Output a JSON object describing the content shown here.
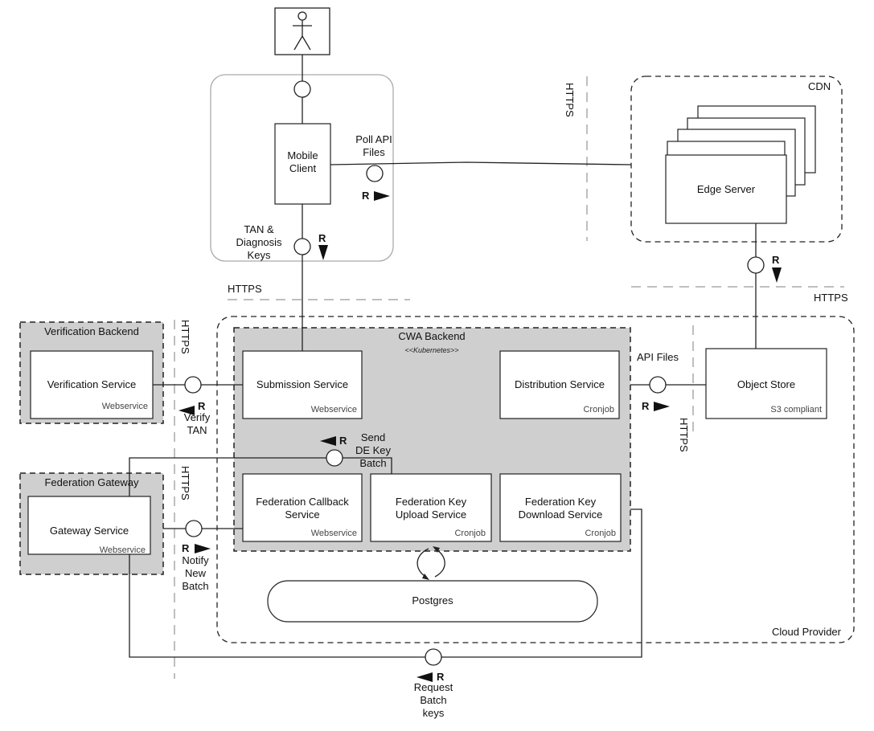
{
  "regions": {
    "cdn": "CDN",
    "cloud_provider": "Cloud Provider",
    "cwa_backend": "CWA Backend",
    "cwa_backend_stereotype": "<<Kubernetes>>",
    "verification_backend": "Verification Backend",
    "federation_gateway": "Federation Gateway"
  },
  "components": {
    "mobile_client": [
      "Mobile",
      "Client"
    ],
    "edge_server": "Edge Server",
    "verification_service": {
      "name": "Verification Service",
      "type": "Webservice"
    },
    "submission_service": {
      "name": "Submission Service",
      "type": "Webservice"
    },
    "distribution_service": {
      "name": "Distribution Service",
      "type": "Cronjob"
    },
    "object_store": {
      "name": "Object Store",
      "type": "S3 compliant"
    },
    "gateway_service": {
      "name": "Gateway Service",
      "type": "Webservice"
    },
    "federation_callback_service": {
      "name": [
        "Federation Callback",
        "Service"
      ],
      "type": "Webservice"
    },
    "federation_key_upload_service": {
      "name": [
        "Federation Key",
        "Upload Service"
      ],
      "type": "Cronjob"
    },
    "federation_key_download_service": {
      "name": [
        "Federation Key",
        "Download Service"
      ],
      "type": "Cronjob"
    },
    "postgres": "Postgres"
  },
  "connections": {
    "poll_api_files": [
      "Poll API",
      "Files"
    ],
    "tan_diagnosis_keys": [
      "TAN &",
      "Diagnosis",
      "Keys"
    ],
    "verify_tan": [
      "Verify",
      "TAN"
    ],
    "api_files": "API Files",
    "send_de_key_batch": [
      "Send",
      "DE Key",
      "Batch"
    ],
    "notify_new_batch": [
      "Notify",
      "New",
      "Batch"
    ],
    "request_batch_keys": [
      "Request",
      "Batch",
      "keys"
    ],
    "read_marker": "R"
  },
  "protocols": {
    "https": "HTTPS"
  }
}
